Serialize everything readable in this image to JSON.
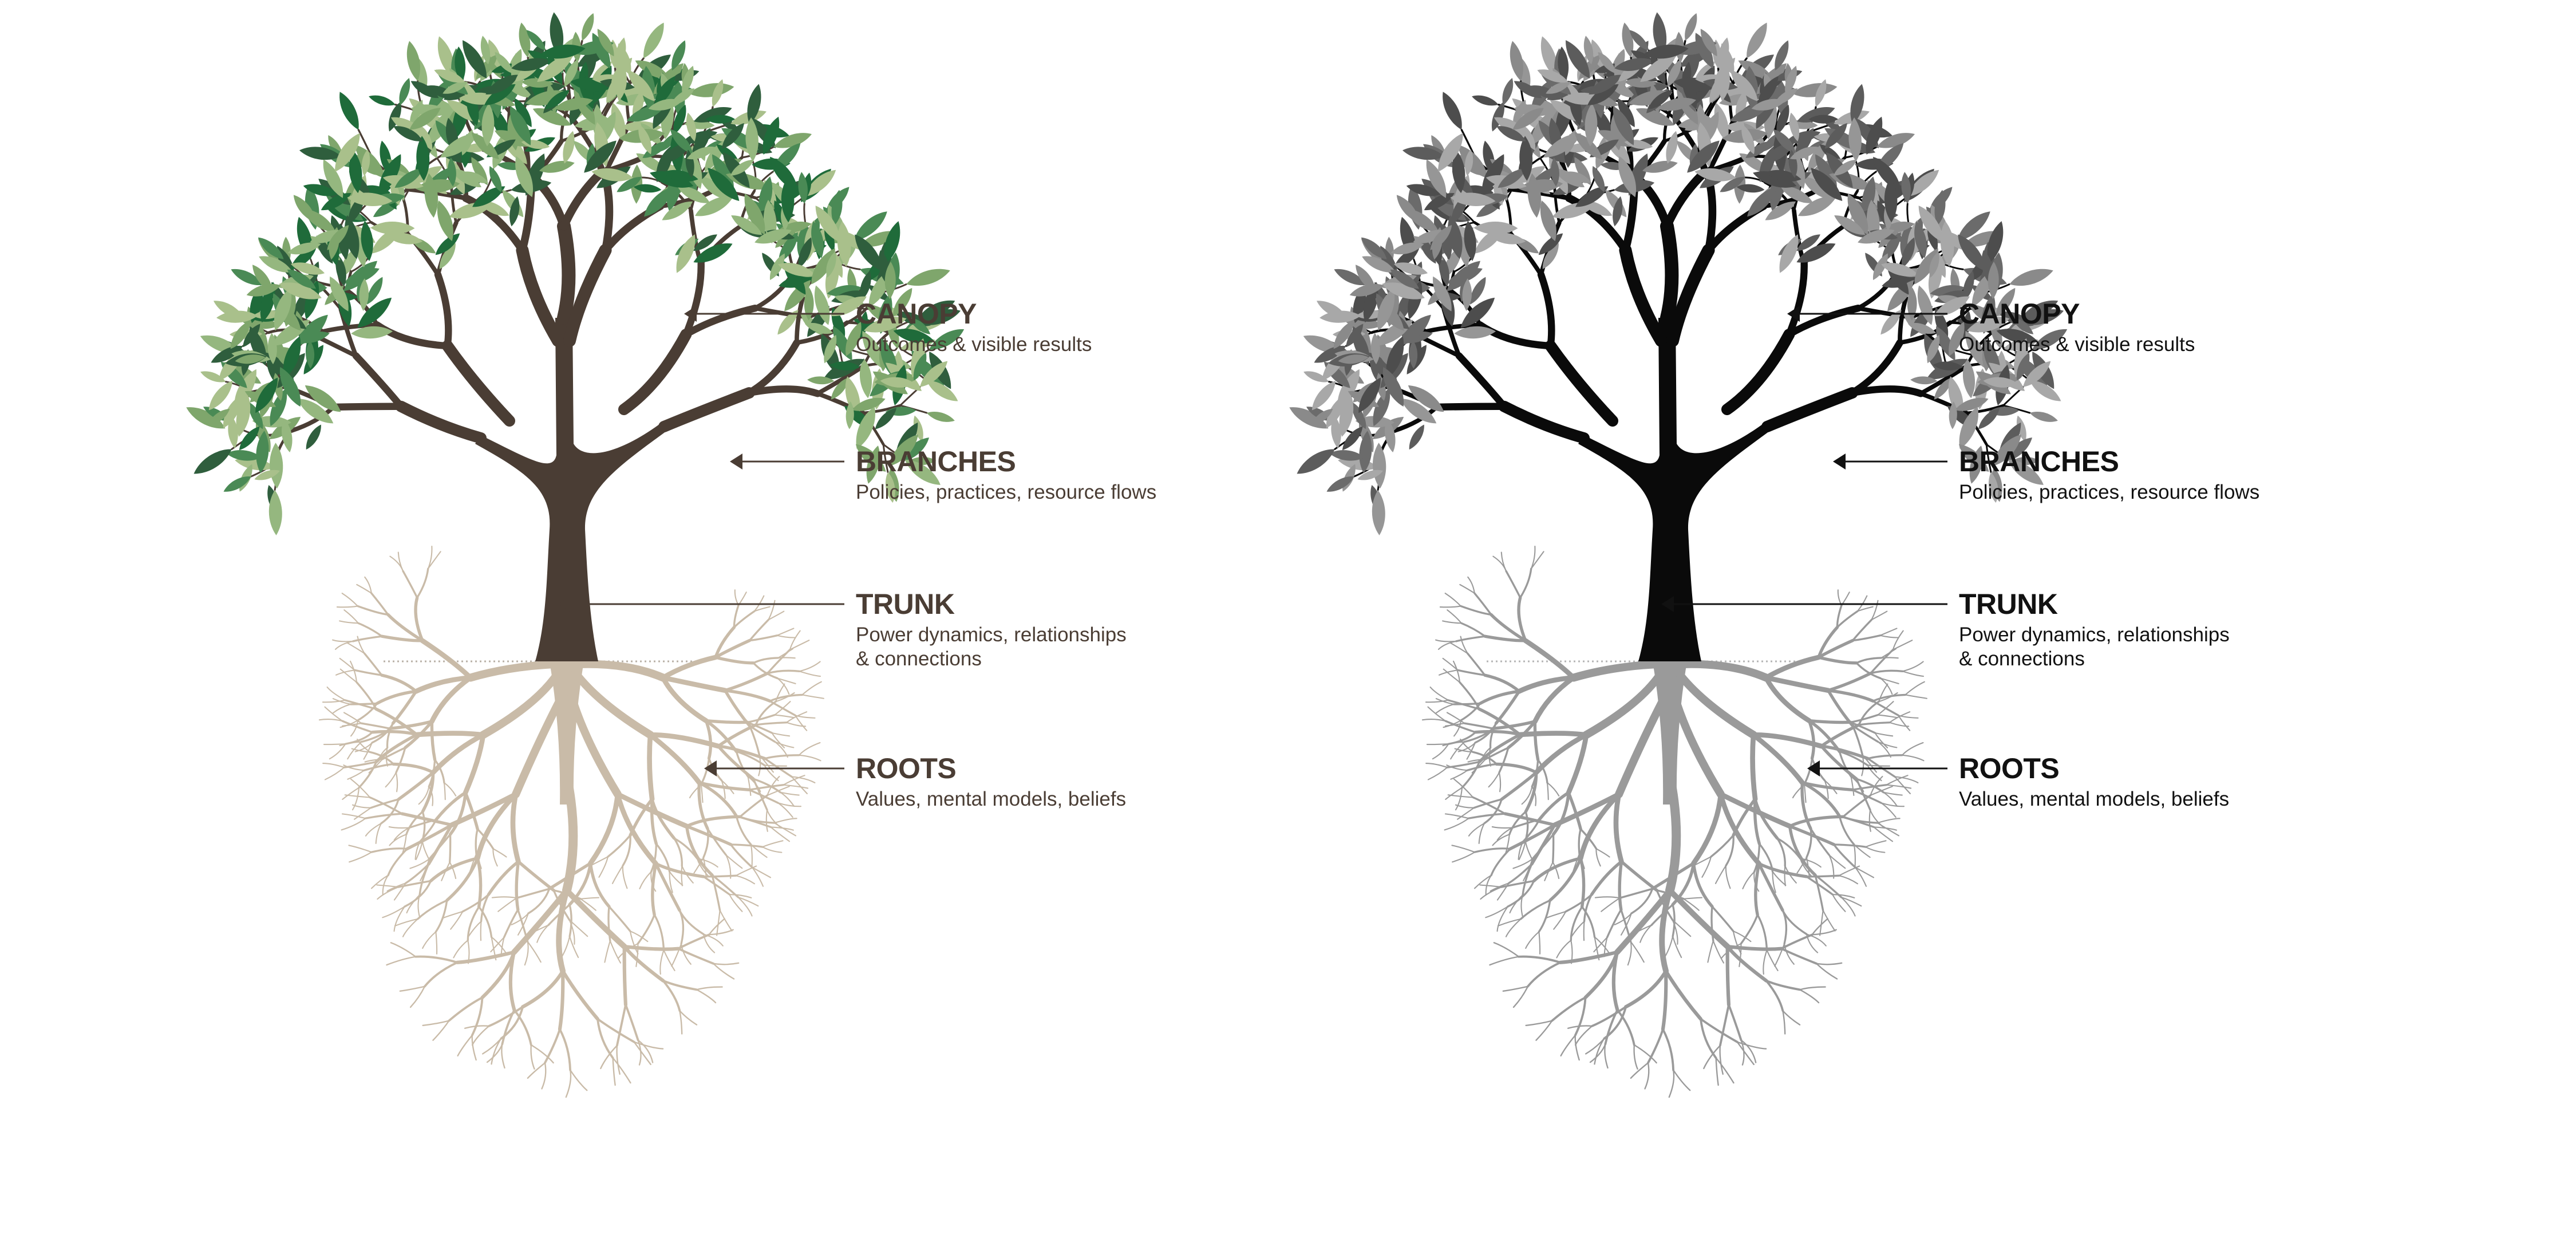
{
  "diagrams": [
    {
      "variant": "color",
      "colors": {
        "trunk": "#4a3d34",
        "branch": "#4a3d34",
        "roots": "#c9bba8",
        "ground_line": "#b9b1a7",
        "label_title": "#4a3d34",
        "label_desc": "#4a3d34",
        "pointer": "#4a3d34",
        "leaves": [
          "#1f6b3a",
          "#4a8a55",
          "#7fa66c",
          "#a9c08b",
          "#2f5e3d",
          "#95b77f"
        ]
      },
      "labels": [
        {
          "title": "CANOPY",
          "desc": [
            "Outcomes & visible results"
          ]
        },
        {
          "title": "BRANCHES",
          "desc": [
            "Policies, practices, resource flows"
          ]
        },
        {
          "title": "TRUNK",
          "desc": [
            "Power dynamics, relationships",
            "& connections"
          ]
        },
        {
          "title": "ROOTS",
          "desc": [
            "Values, mental models, beliefs"
          ]
        }
      ]
    },
    {
      "variant": "grayscale",
      "colors": {
        "trunk": "#0a0a0a",
        "branch": "#0a0a0a",
        "roots": "#9a9a9a",
        "ground_line": "#b5b5b5",
        "label_title": "#111111",
        "label_desc": "#111111",
        "pointer": "#111111",
        "leaves": [
          "#4d4d4d",
          "#6b6b6b",
          "#8a8a8a",
          "#a8a8a8",
          "#5c5c5c",
          "#969696"
        ]
      },
      "labels": [
        {
          "title": "CANOPY",
          "desc": [
            "Outcomes & visible results"
          ]
        },
        {
          "title": "BRANCHES",
          "desc": [
            "Policies, practices, resource flows"
          ]
        },
        {
          "title": "TRUNK",
          "desc": [
            "Power dynamics, relationships",
            "& connections"
          ]
        },
        {
          "title": "ROOTS",
          "desc": [
            "Values, mental models, beliefs"
          ]
        }
      ]
    }
  ]
}
